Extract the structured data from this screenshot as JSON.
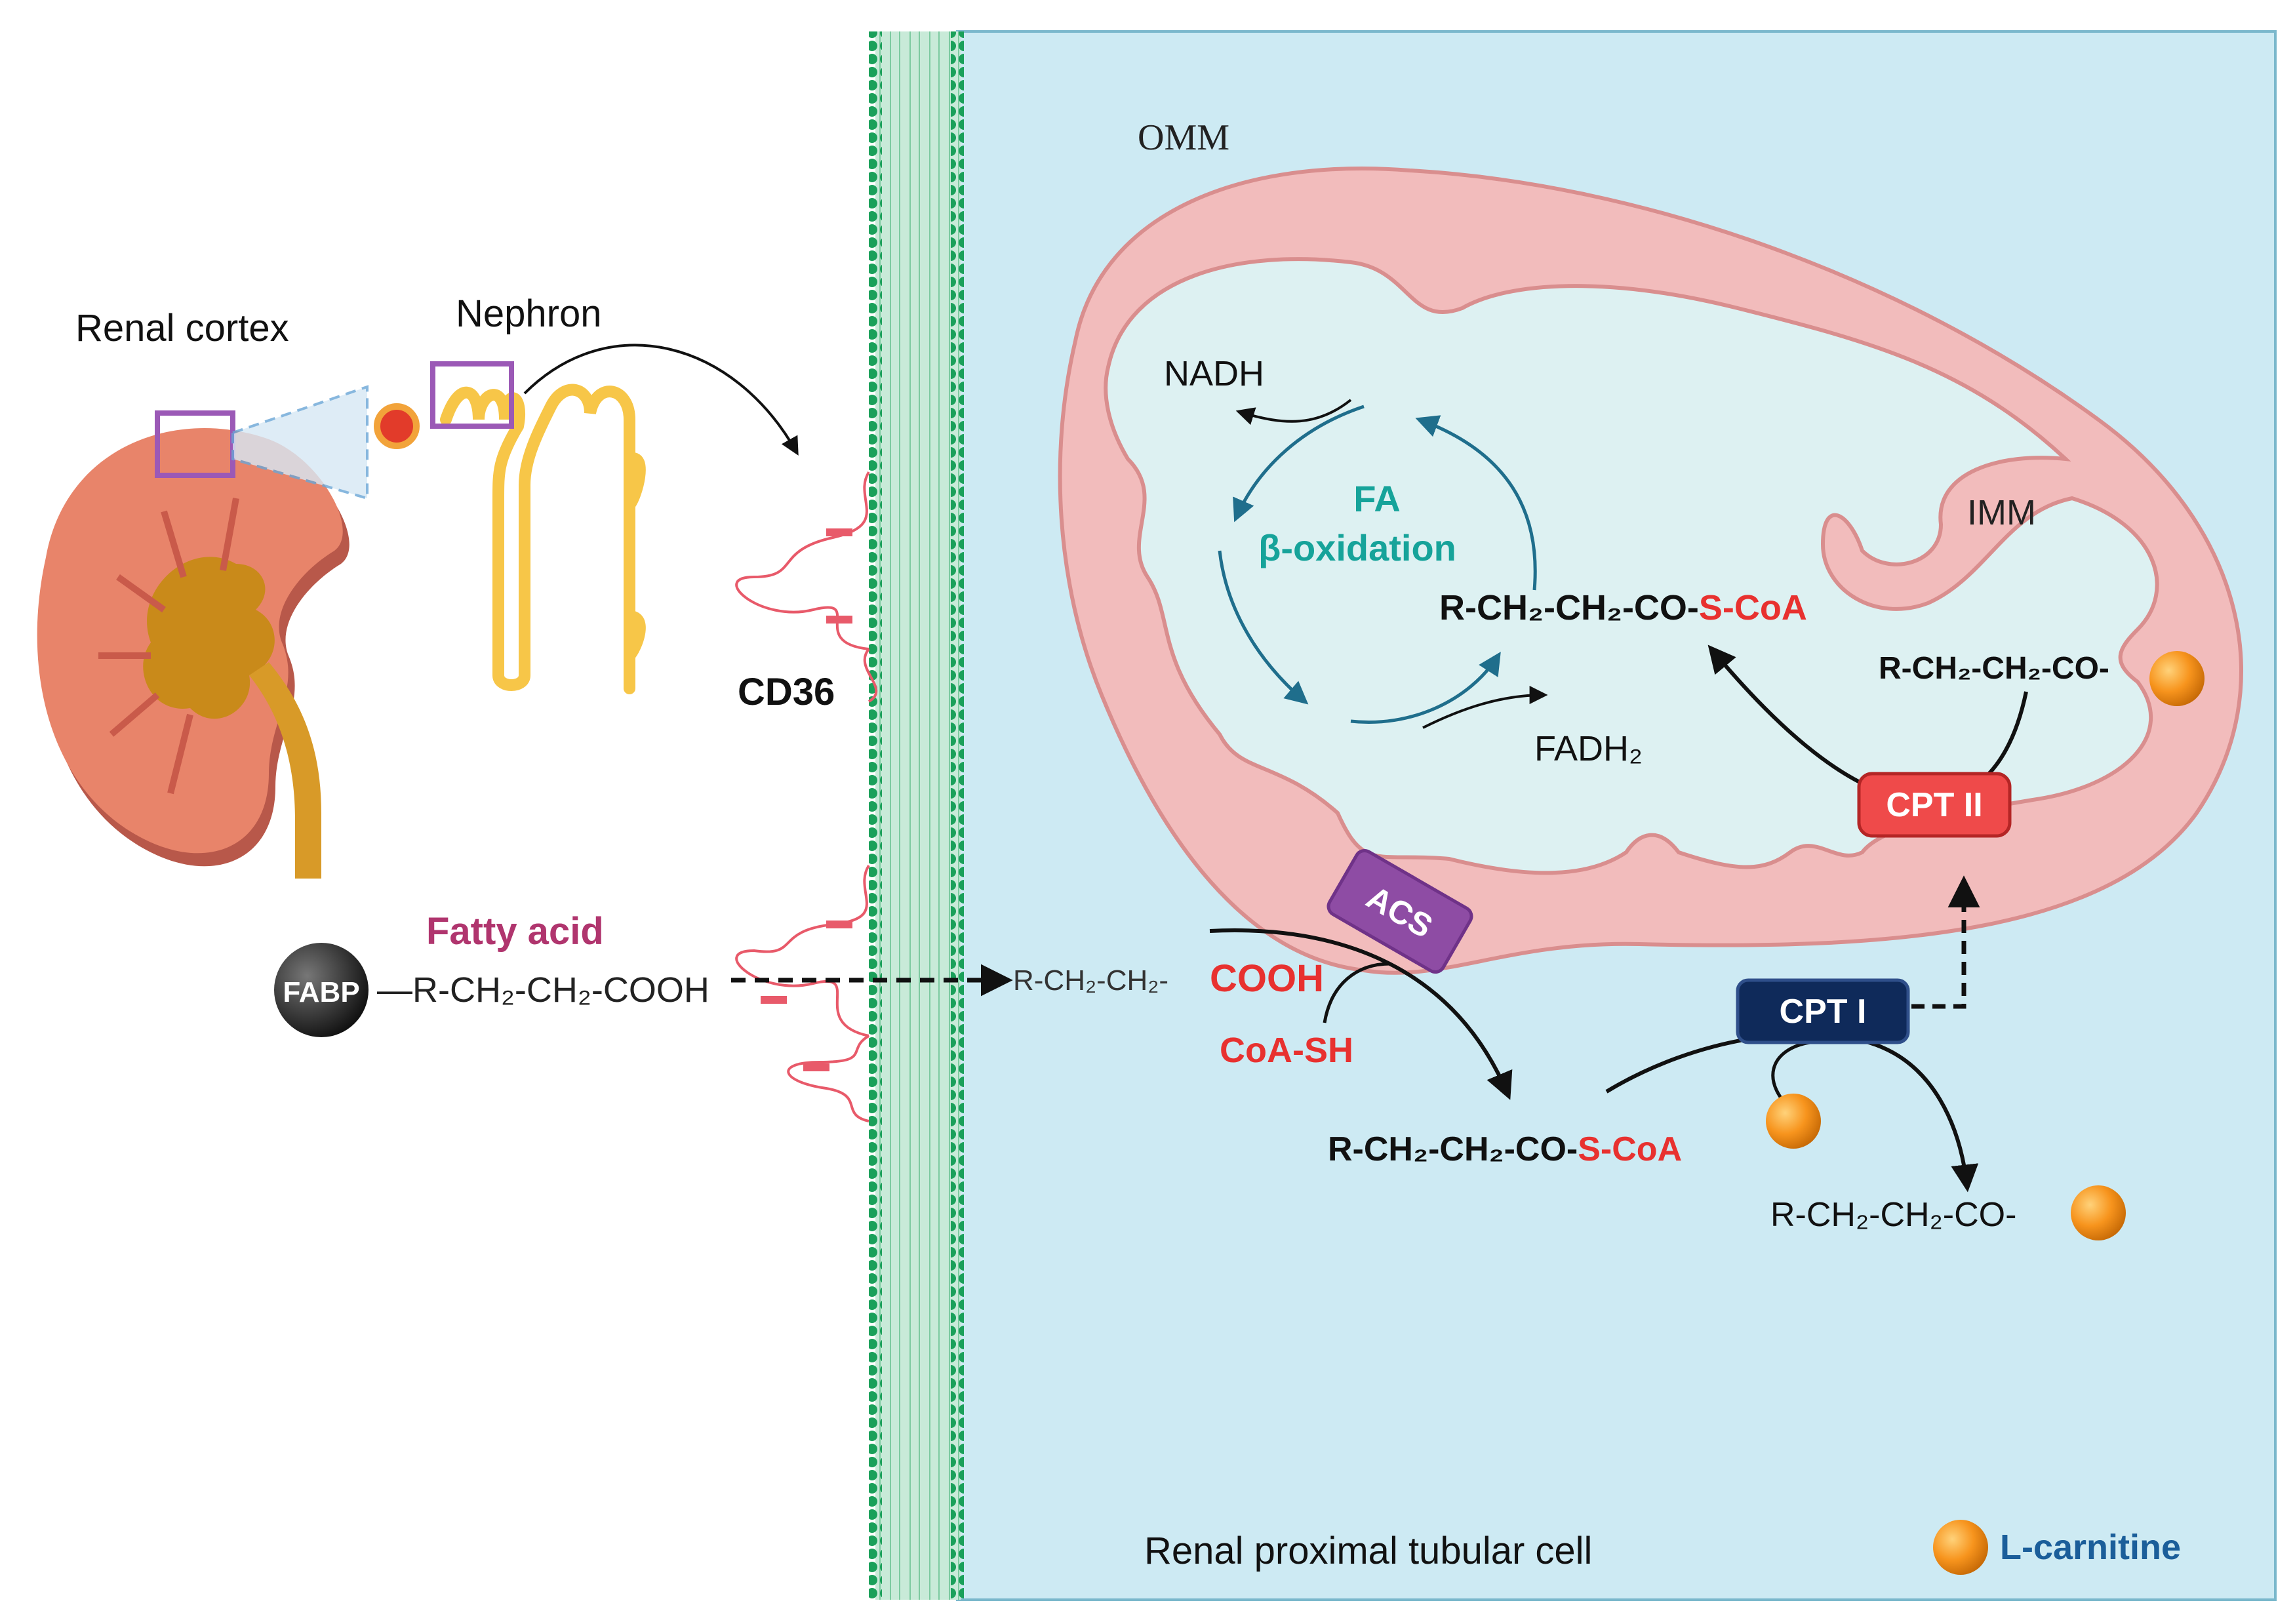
{
  "labels": {
    "renal_cortex": "Renal cortex",
    "nephron": "Nephron",
    "cd36": "CD36",
    "fatty_acid": "Fatty acid",
    "fabp": "FABP",
    "fabp_chain": "—R-CH₂-CH₂-COOH",
    "omm": "OMM",
    "imm": "IMM",
    "nadh": "NADH",
    "fadh2": "FADH₂",
    "fa_oxidation_line1": "FA",
    "fa_oxidation_line2": "β-oxidation",
    "acyl_coa_inner_prefix": "R-CH₂-CH₂-CO-",
    "acyl_coa_inner_suffix": "S-CoA",
    "acyl_carnitine_inner": "R-CH₂-CH₂-CO-",
    "cpt2": "CPT II",
    "cpt1": "CPT I",
    "acs": "ACS",
    "fa_cyto_prefix": "R-CH₂-CH₂-",
    "fa_cyto_suffix": "COOH",
    "coa_sh": "CoA-SH",
    "acyl_coa_cyto_prefix": "R-CH₂-CH₂-CO-",
    "acyl_coa_cyto_suffix": "S-CoA",
    "acyl_carnitine_cyto": "R-CH₂-CH₂-CO-",
    "cell_label": "Renal proximal tubular cell",
    "legend_l_carnitine": "L-carnitine"
  },
  "colors": {
    "cell_bg": "#cdeaf3",
    "membrane_green": "#1aa05a",
    "mito_outer": "#f2bcbc",
    "mito_outer_stroke": "#d98e8e",
    "mito_matrix": "#ddf1f2",
    "cycle_arrow": "#1f6e8c",
    "teal_text": "#16a39a",
    "red_text": "#e8312f",
    "fatty_acid_text": "#b0356e",
    "cpt2_fill": "#ef4a4a",
    "cpt1_fill": "#0f2a5a",
    "acs_fill": "#8e4ca4",
    "carnitine_orange": "#f7941d",
    "legend_text": "#1b5e9a",
    "kidney": "#e8846a",
    "nephron_yellow": "#f7c648",
    "purple_box": "#9b59b6"
  }
}
